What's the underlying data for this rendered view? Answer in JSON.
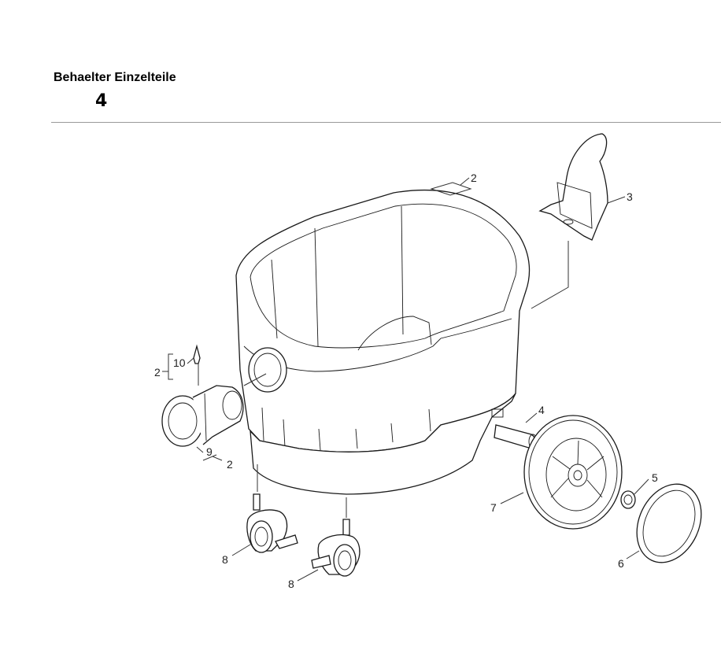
{
  "header": {
    "title": "Behaelter Einzelteile",
    "number": "4"
  },
  "callouts": {
    "c2_top": "2",
    "c3": "3",
    "c2_left": "2",
    "c10": "10",
    "c9": "9",
    "c2_bottom": "2",
    "c4": "4",
    "c5": "5",
    "c6": "6",
    "c7": "7",
    "c8_a": "8",
    "c8_b": "8"
  }
}
